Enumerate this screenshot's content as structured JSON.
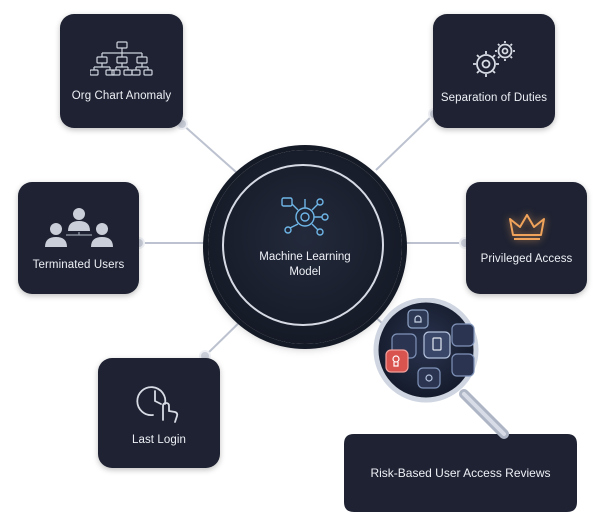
{
  "center": {
    "title_line1": "Machine Learning",
    "title_line2": "Model",
    "icon": "ml-network-icon"
  },
  "nodes": {
    "org_chart": {
      "label": "Org Chart Anomaly",
      "icon": "org-chart-icon"
    },
    "separation": {
      "label": "Separation of Duties",
      "icon": "gears-icon"
    },
    "terminated": {
      "label": "Terminated Users",
      "icon": "users-group-icon"
    },
    "privileged": {
      "label": "Privileged Access",
      "icon": "crown-icon"
    },
    "last_login": {
      "label": "Last Login",
      "icon": "clock-pointer-icon"
    },
    "risk_reviews": {
      "label": "Risk-Based User Access Reviews",
      "icon": "magnifier-icon"
    }
  },
  "colors": {
    "card_bg": "#1e2232",
    "connector": "#bcc2cf",
    "ring": "#d6dae4",
    "crown": "#f0a35a",
    "accent_blue": "#6fb6e8",
    "risk_red": "#d9534f"
  }
}
